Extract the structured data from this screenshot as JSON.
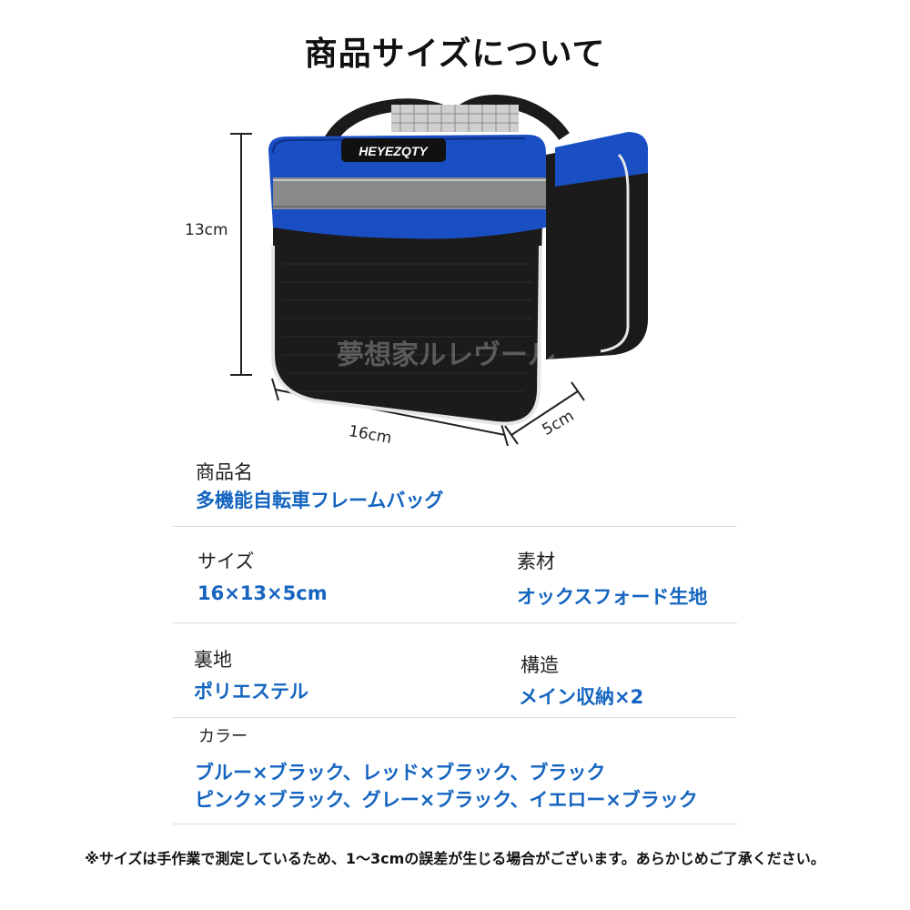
{
  "title": "商品サイズについて",
  "dimensions": {
    "height": "13cm",
    "width": "16cm",
    "depth": "5cm"
  },
  "bag": {
    "brand_label": "HEYEZQTY",
    "watermark": "夢想家ルレヴール"
  },
  "specs": {
    "name": {
      "label": "商品名",
      "value": "多機能自転車フレームバッグ"
    },
    "size": {
      "label": "サイズ",
      "value": "16×13×5cm"
    },
    "material": {
      "label": "素材",
      "value": "オックスフォード生地"
    },
    "lining": {
      "label": "裏地",
      "value": "ポリエステル"
    },
    "structure": {
      "label": "構造",
      "value": "メイン収納×2"
    },
    "color": {
      "label": "カラー",
      "lines": [
        "ブルー×ブラック、レッド×ブラック、ブラック",
        "ピンク×ブラック、グレー×ブラック、イエロー×ブラック"
      ]
    }
  },
  "note": "※サイズは手作業で測定しているため、1～3cmの誤差が生じる場合がございます。あらかじめご了承ください。",
  "colors": {
    "accent_blue": "#1565c0",
    "bag_blue": "#1a4fc4",
    "bag_black": "#1b1b1b"
  }
}
